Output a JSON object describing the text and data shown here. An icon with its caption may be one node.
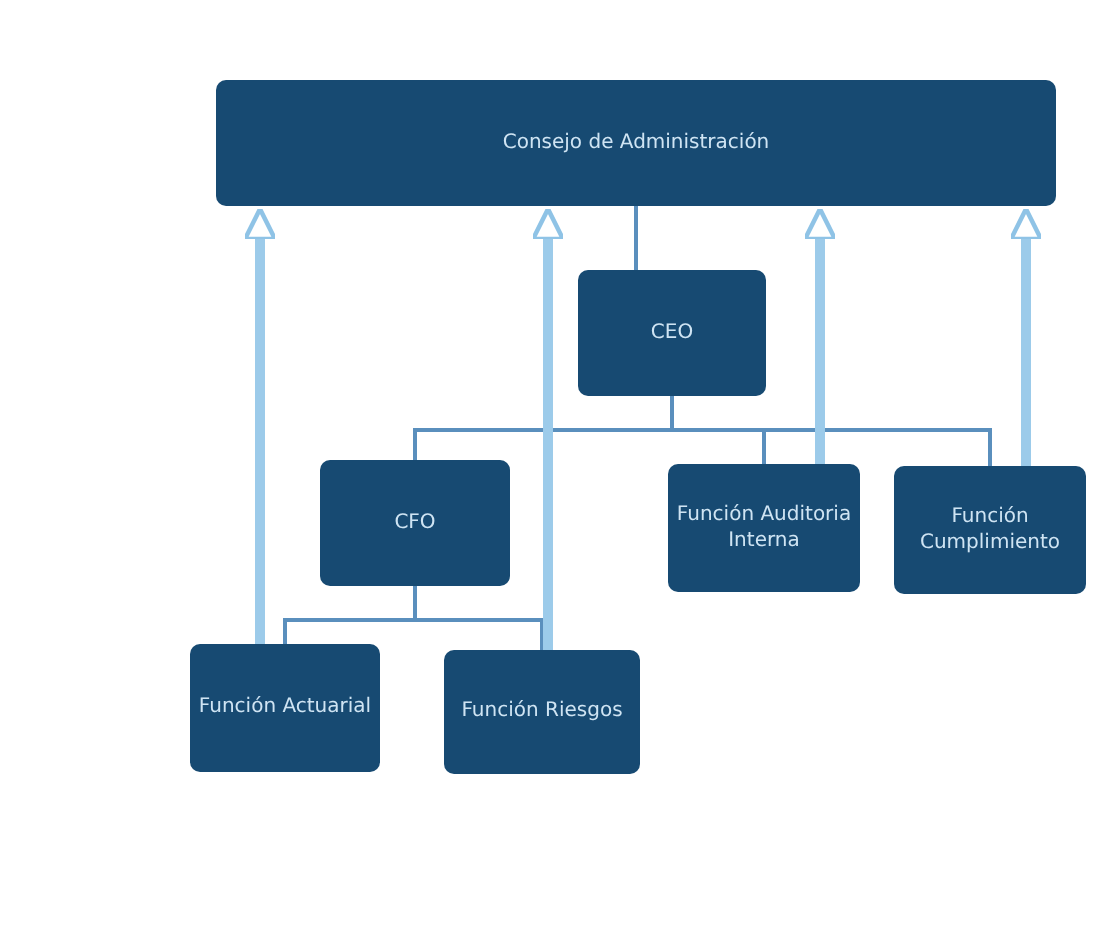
{
  "diagram": {
    "nodes": [
      {
        "text": [
          "Consejo de Administración"
        ]
      },
      {
        "text": [
          "CEO"
        ]
      },
      {
        "text": [
          "CFO"
        ]
      },
      {
        "text": [
          "Función Auditoria Interna"
        ]
      },
      {
        "text": [
          "Función Cumplimiento"
        ]
      },
      {
        "text": [
          "Función Actuarial"
        ]
      },
      {
        "text": [
          "Función Riesgos"
        ]
      }
    ],
    "edges": [
      {
        "from": 0,
        "to": 1,
        "arrow": "none"
      },
      {
        "from": 1,
        "to": 2,
        "arrow": "none"
      },
      {
        "from": 1,
        "to": 3,
        "arrow": "none"
      },
      {
        "from": 1,
        "to": 4,
        "arrow": "none"
      },
      {
        "from": 2,
        "to": 5,
        "arrow": "none"
      },
      {
        "from": 2,
        "to": 6,
        "arrow": "none"
      },
      {
        "from": 5,
        "to": 0,
        "arrow": "to",
        "style": "thick",
        "color": "#9ccbea"
      },
      {
        "from": 6,
        "to": 0,
        "arrow": "to",
        "style": "thick",
        "color": "#9ccbea"
      },
      {
        "from": 3,
        "to": 0,
        "arrow": "to",
        "style": "thick",
        "color": "#9ccbea"
      },
      {
        "from": 4,
        "to": 0,
        "arrow": "to",
        "style": "thick",
        "color": "#9ccbea"
      }
    ]
  }
}
